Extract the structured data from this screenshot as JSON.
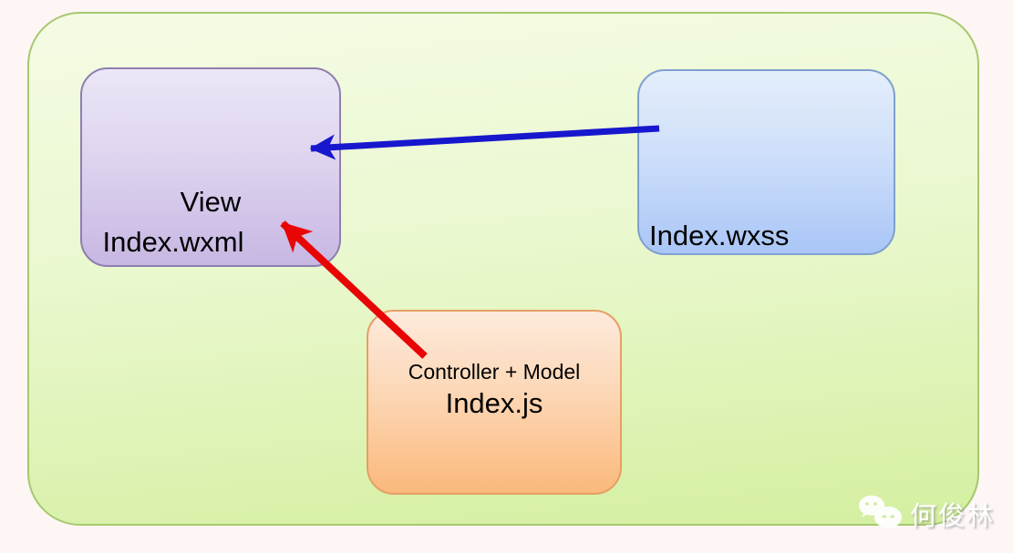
{
  "diagram": {
    "panel": {
      "background_top": "#f4fbe4",
      "background_bottom": "#d4efa0",
      "border_color": "#a6c86e",
      "page_background": "#fdf6f5"
    },
    "boxes": {
      "view": {
        "line1": "View",
        "line2": "Index.wxml",
        "fill_top": "#ece6f7",
        "fill_bottom": "#c7b7e3",
        "border_color": "#8e7fae"
      },
      "wxss": {
        "label": "Index.wxss",
        "fill_top": "#e4eefb",
        "fill_bottom": "#a9c6f7",
        "border_color": "#7fa0ce"
      },
      "js": {
        "line1": "Controller + Model",
        "line2": "Index.js",
        "fill_top": "#fdeadc",
        "fill_bottom": "#fbb97c",
        "border_color": "#e69f63"
      }
    },
    "arrows": {
      "wxss_to_view": {
        "color": "#1717cd"
      },
      "js_to_view": {
        "color": "#e80505"
      }
    }
  },
  "watermark": {
    "text": "何俊林",
    "icon": "wechat-icon",
    "color": "#ffffff"
  }
}
